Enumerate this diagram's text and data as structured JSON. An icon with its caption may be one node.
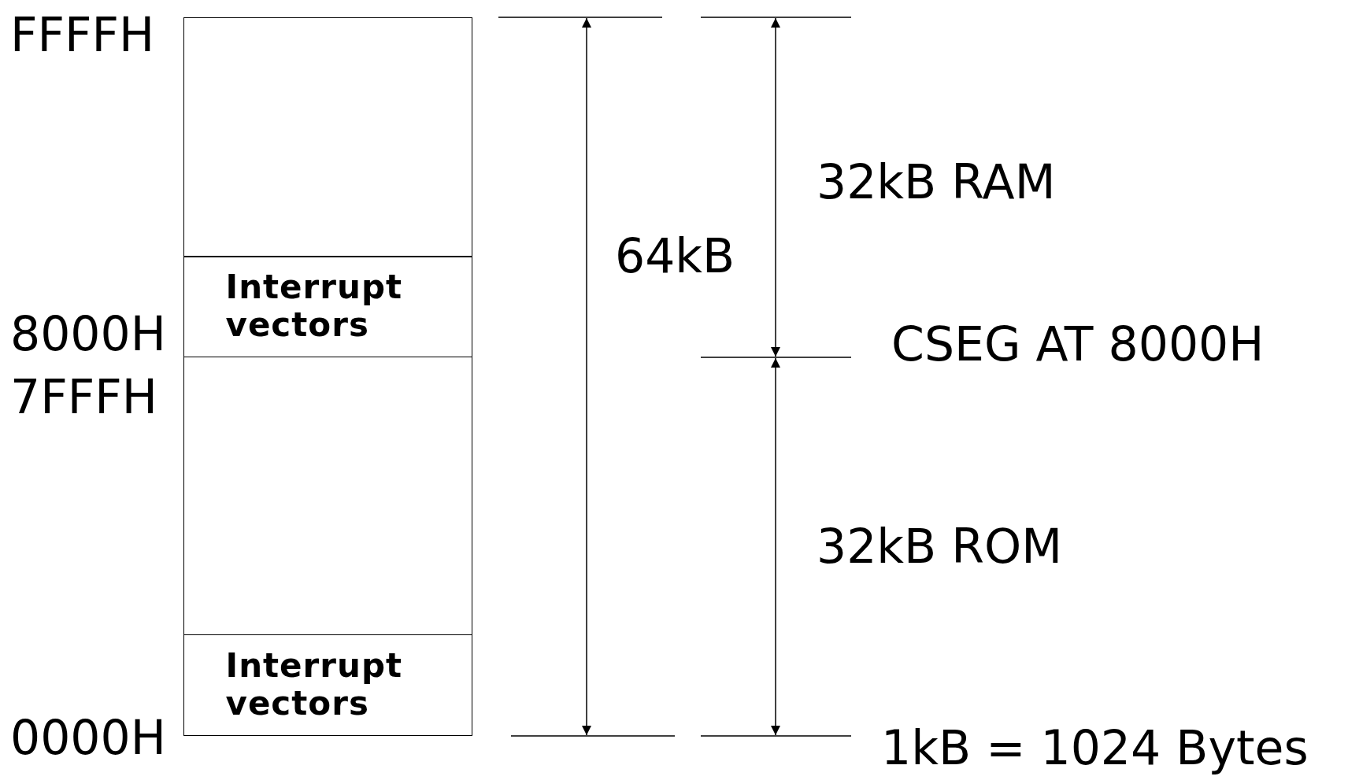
{
  "diagram": {
    "nodes": [
      {
        "text": [],
        "shape": "box"
      },
      {
        "text": [
          "Interrupt vectors"
        ]
      },
      {
        "text": [],
        "shape": "box"
      },
      {
        "text": [
          "Interrupt vectors"
        ]
      }
    ],
    "labels": [
      "FFFFH",
      "32kB RAM",
      "64kB",
      "8000H",
      "CSEG AT 8000H",
      "7FFFH",
      "32kB ROM",
      "0000H",
      "1kB = 1024 Bytes"
    ]
  }
}
